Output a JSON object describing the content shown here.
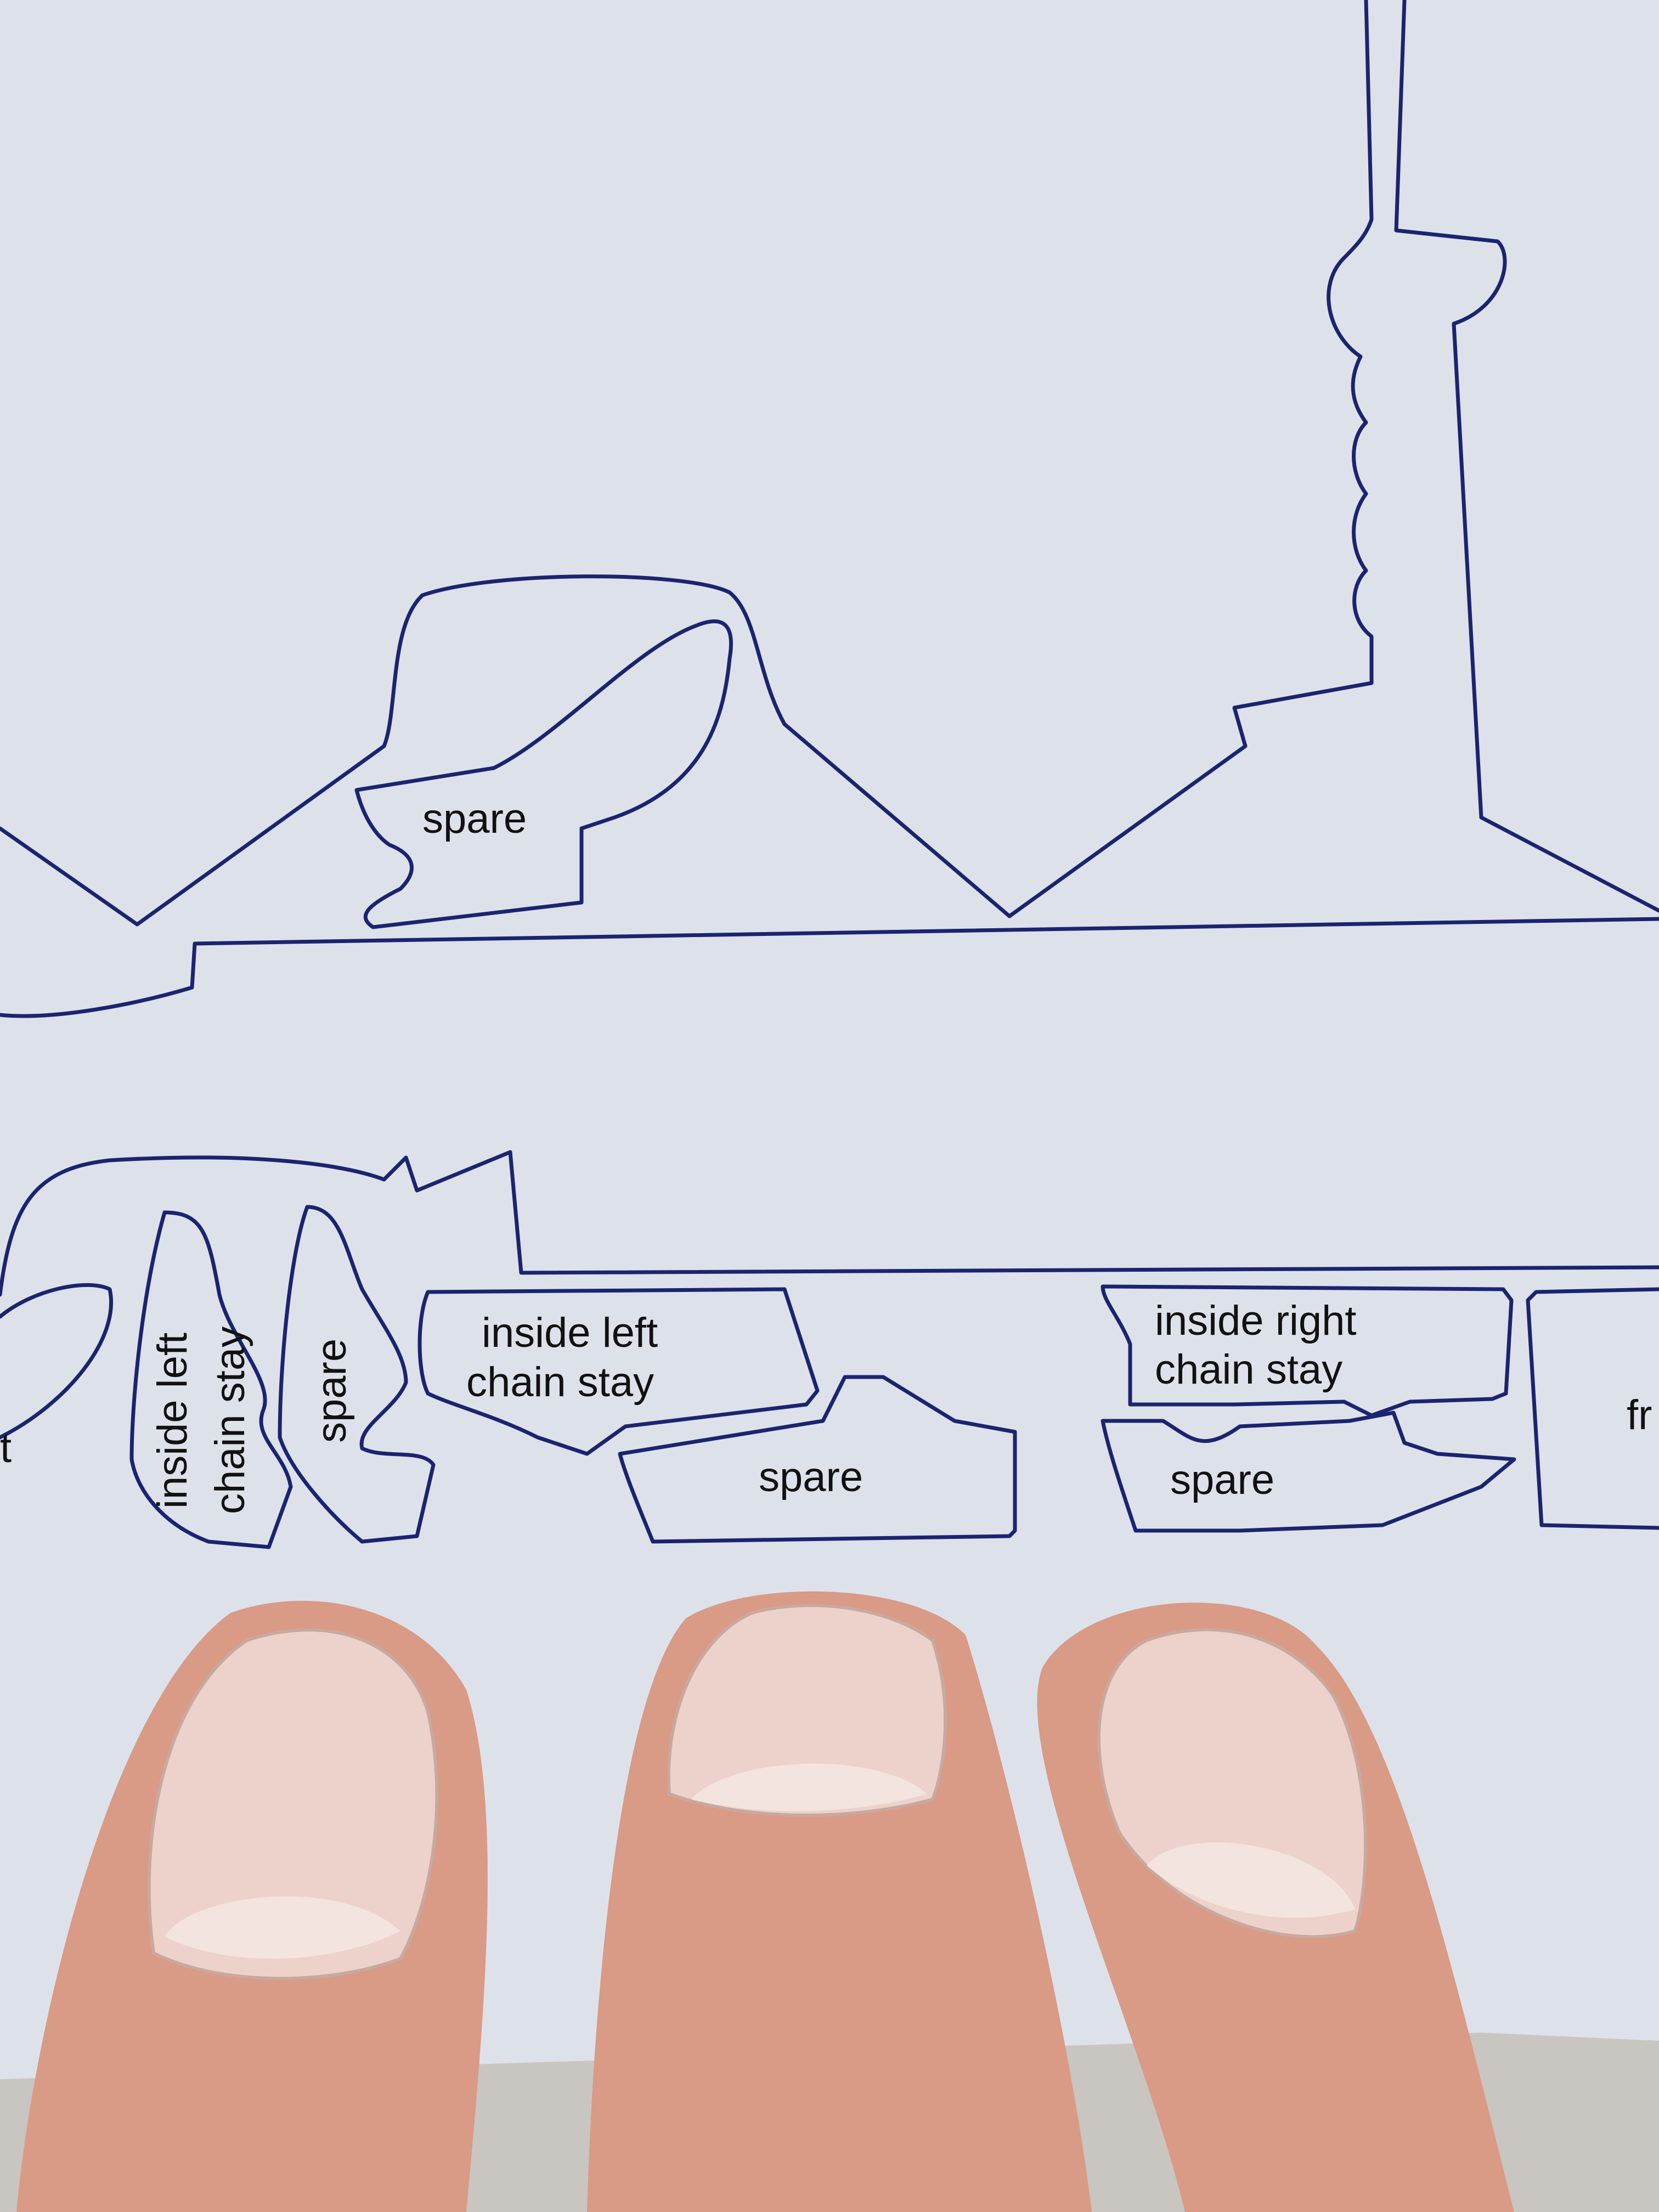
{
  "colors": {
    "paper": "#dde2ea",
    "ink": "#1c2470",
    "label_text": "#111111",
    "skin": "#d99a86",
    "nail": "#ecd2cb",
    "table": "#c9c5c0"
  },
  "labels": {
    "spare_top": "spare",
    "inside_left_vertical_line1": "inside left",
    "inside_left_vertical_line2": "chain stay",
    "spare_vertical": "spare",
    "inside_left_line1": "inside left",
    "inside_left_line2": "chain stay",
    "spare_middle": "spare",
    "inside_right_line1": "inside right",
    "inside_right_line2": "chain stay",
    "spare_right": "spare",
    "partial_left": "t",
    "partial_right": "fr"
  }
}
